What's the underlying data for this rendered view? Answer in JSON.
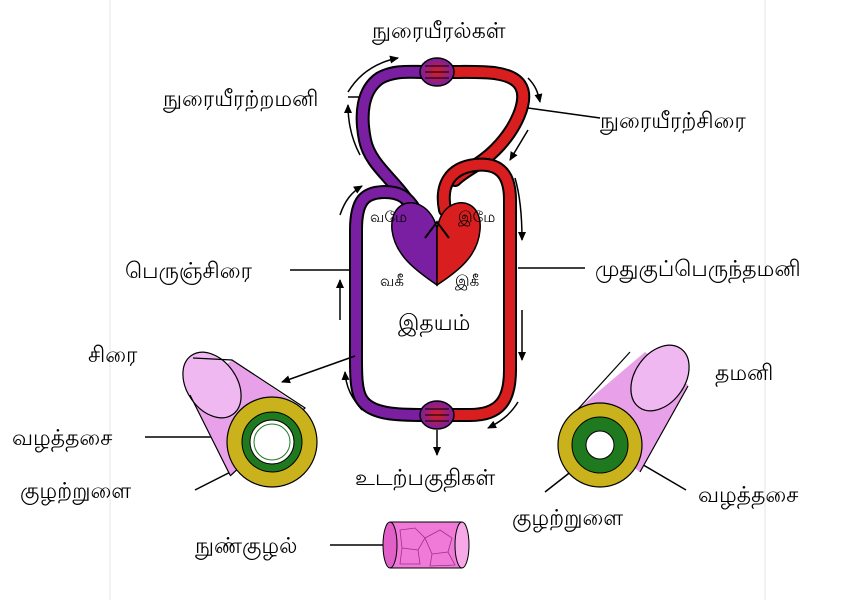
{
  "labels": {
    "lungs": "நுரையீரல்கள்",
    "pulmonary_artery": "நுரையீரற்றமனி",
    "pulmonary_vein": "நுரையீரற்சிரை",
    "vena_cava": "பெருஞ்சிரை",
    "aorta": "முதுகுப்பெருந்தமனி",
    "heart": "இதயம்",
    "vein": "சிரை",
    "artery": "தமனி",
    "muscle_wall_left": "வழத்தசை",
    "lumen_left": "குழற்றுளை",
    "muscle_wall_right": "வழத்தசை",
    "lumen_right": "குழற்றுளை",
    "body_parts": "உடற்பகுதிகள்",
    "capillary": "நுண்குழல்"
  },
  "heart_chambers": {
    "left_atrium": "வமே",
    "right_atrium": "இமே",
    "left_ventricle": "வகீ",
    "right_ventricle": "இகீ"
  },
  "colors": {
    "deoxygenated": "#7a1fa2",
    "oxygenated": "#d81e1e",
    "vessel_outer": "#e8a0e8",
    "muscle_layer": "#c9b21c",
    "lumen_ring": "#1f7a1f",
    "capillary": "#f07ad8"
  }
}
